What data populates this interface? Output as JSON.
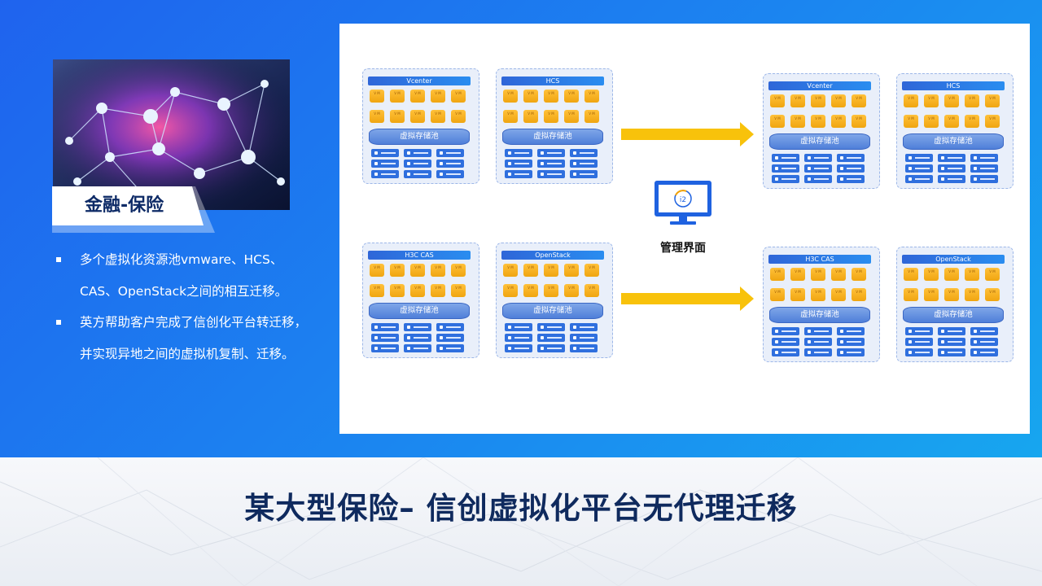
{
  "left": {
    "tag": "金融-保险",
    "bullets": [
      "多个虚拟化资源池vmware、HCS、CAS、OpenStack之间的相互迁移。",
      "英方帮助客户完成了信创化平台转迁移，并实现异地之间的虚拟机复制、迁移。"
    ]
  },
  "diagram": {
    "storage_label": "虚拟存储池",
    "management_label": "管理界面",
    "monitor_logo": "i2",
    "vm_text": "V M",
    "source_pools": [
      {
        "name": "Vcenter"
      },
      {
        "name": "HCS"
      },
      {
        "name": "H3C CAS"
      },
      {
        "name": "OpenStack"
      }
    ],
    "target_pools": [
      {
        "name": "Vcenter"
      },
      {
        "name": "HCS"
      },
      {
        "name": "H3C CAS"
      },
      {
        "name": "OpenStack"
      }
    ],
    "colors": {
      "arrow": "#f8c20b",
      "pool_title": "#2f66d8",
      "vm": "#f5b21f",
      "server": "#2f6fde",
      "monitor": "#1f62e0"
    }
  },
  "title": "某大型保险– 信创虚拟化平台无代理迁移"
}
